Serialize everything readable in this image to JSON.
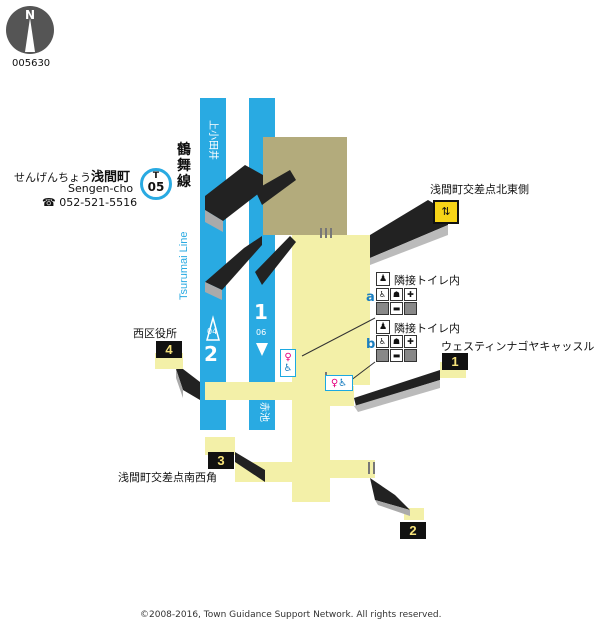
{
  "map_id": "005630",
  "compass": "N",
  "station": {
    "name_kana": "せんげんちょう",
    "name_kanji": "浅間町",
    "name_roman": "Sengen-cho",
    "phone": "052-521-5516",
    "phone_icon": "☎",
    "line_letter": "T",
    "line_number": "05",
    "line_name_jp": "鶴舞線",
    "line_name_en": "Tsurumai Line"
  },
  "platforms": {
    "track1_number": "1",
    "track1_code": "06",
    "track1_dest": "赤池",
    "track2_number": "2",
    "track2_code": "04",
    "track2_dest": "上小田井"
  },
  "exits": [
    {
      "number": "1",
      "label": "ウェスティンナゴヤキャッスル"
    },
    {
      "number": "2",
      "label": ""
    },
    {
      "number": "3",
      "label": "浅間町交差点南西角"
    },
    {
      "number": "4",
      "label": "西区役所"
    }
  ],
  "elevator_label": "浅間町交差点北東側",
  "toilets": [
    {
      "letter": "a",
      "note": "隣接トイレ内"
    },
    {
      "letter": "b",
      "note": "隣接トイレ内"
    }
  ],
  "copyright": "©2008-2016, Town Guidance Support Network. All rights reserved."
}
